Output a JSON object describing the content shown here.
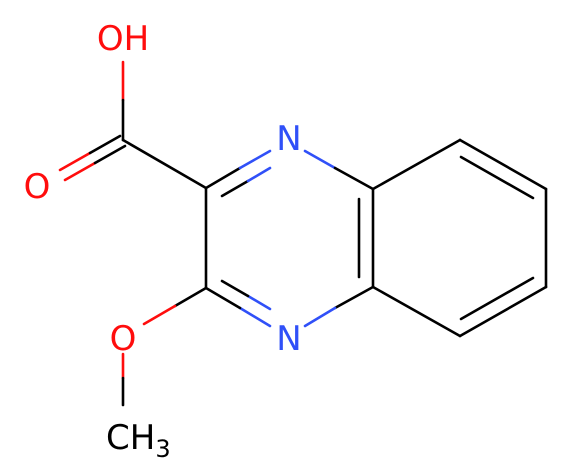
{
  "molecule": {
    "atoms": {
      "hydroxyl": "OH",
      "carbonyl_oxygen": "O",
      "nitrogen_top": "N",
      "nitrogen_bottom": "N",
      "ether_oxygen": "O",
      "methyl": "CH",
      "methyl_subscript": "3"
    },
    "colors": {
      "bond": "#000000",
      "oxygen": "#ff0d0d",
      "nitrogen": "#3050f8",
      "carbon": "#000000",
      "background": "#ffffff"
    }
  }
}
